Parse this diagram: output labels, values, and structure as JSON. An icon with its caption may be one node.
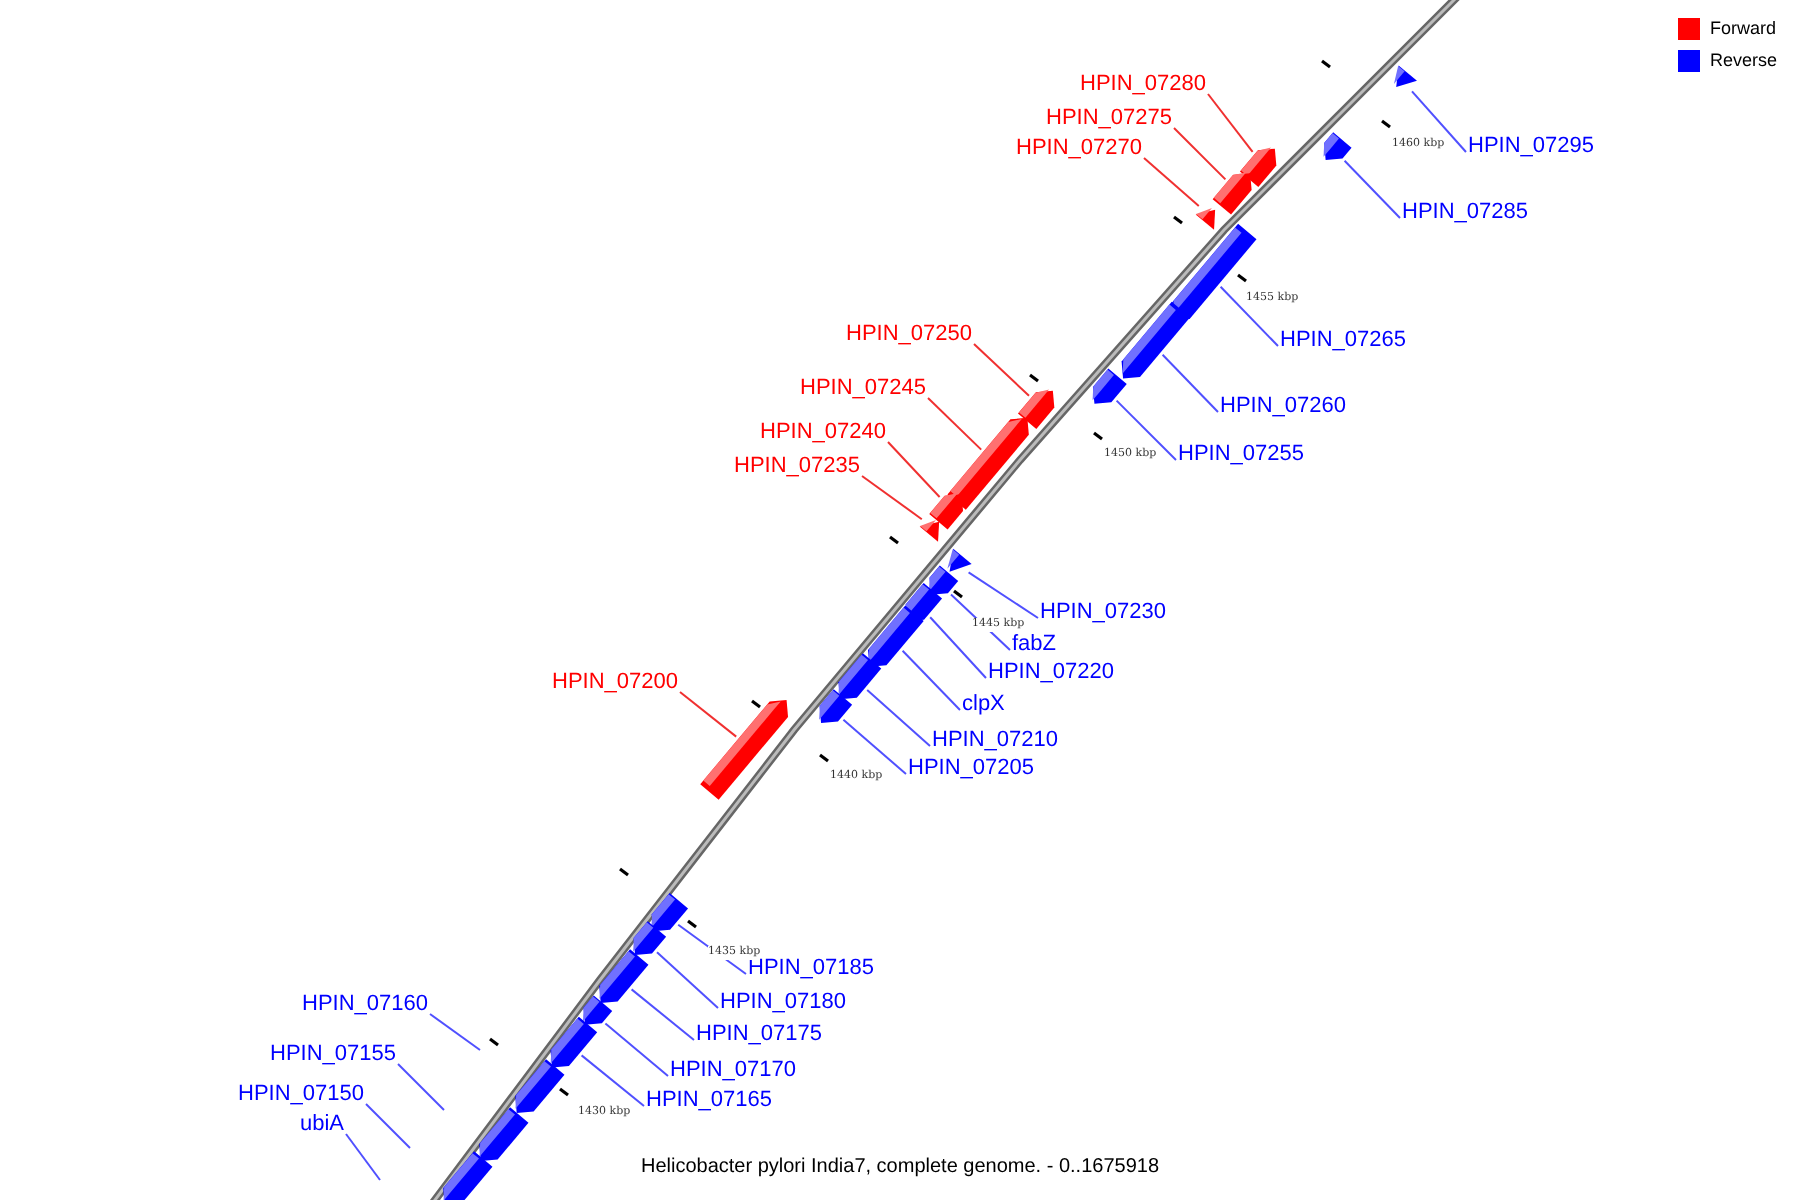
{
  "diagram": {
    "caption": "Helicobacter pylori India7, complete genome. - 0..1675918",
    "nodes": [
      {
        "text": [
          "HPIN_07280"
        ]
      },
      {
        "text": [
          "HPIN_07275"
        ]
      },
      {
        "text": [
          "HPIN_07295"
        ]
      },
      {
        "text": [
          "HPIN_07270"
        ]
      },
      {
        "text": [
          "HPIN_07285"
        ]
      },
      {
        "text": [
          "HPIN_07250"
        ]
      },
      {
        "text": [
          "HPIN_07265"
        ]
      },
      {
        "text": [
          "HPIN_07245"
        ]
      },
      {
        "text": [
          "HPIN_07260"
        ]
      },
      {
        "text": [
          "HPIN_07240"
        ]
      },
      {
        "text": [
          "HPIN_07255"
        ]
      },
      {
        "text": [
          "HPIN_07235"
        ]
      },
      {
        "text": [
          "HPIN_07230"
        ]
      },
      {
        "text": [
          "fabZ"
        ]
      },
      {
        "text": [
          "HPIN_07220"
        ]
      },
      {
        "text": [
          "HPIN_07200"
        ]
      },
      {
        "text": [
          "clpX"
        ]
      },
      {
        "text": [
          "HPIN_07210"
        ]
      },
      {
        "text": [
          "HPIN_07205"
        ]
      },
      {
        "text": [
          "HPIN_07185"
        ]
      },
      {
        "text": [
          "HPIN_07180"
        ]
      },
      {
        "text": [
          "HPIN_07160"
        ]
      },
      {
        "text": [
          "HPIN_07175"
        ]
      },
      {
        "text": [
          "HPIN_07155"
        ]
      },
      {
        "text": [
          "HPIN_07170"
        ]
      },
      {
        "text": [
          "HPIN_07150"
        ]
      },
      {
        "text": [
          "HPIN_07165"
        ]
      },
      {
        "text": [
          "ubiA"
        ]
      },
      {
        "text": [],
        "shape": "box"
      },
      {
        "text": [],
        "shape": "box"
      },
      {
        "text": [],
        "shape": "box"
      },
      {
        "text": [],
        "shape": "box"
      },
      {
        "text": [],
        "shape": "box"
      },
      {
        "text": [],
        "shape": "box"
      },
      {
        "text": [],
        "shape": "box"
      },
      {
        "text": [],
        "shape": "box"
      },
      {
        "text": [],
        "shape": "box"
      },
      {
        "text": [],
        "shape": "box"
      },
      {
        "text": [],
        "shape": "box"
      },
      {
        "text": [],
        "shape": "box"
      },
      {
        "text": [],
        "shape": "box"
      },
      {
        "text": [],
        "shape": "box"
      },
      {
        "text": [],
        "shape": "box"
      },
      {
        "text": [],
        "shape": "box"
      },
      {
        "text": [],
        "shape": "box"
      },
      {
        "text": [],
        "shape": "box"
      },
      {
        "text": [],
        "shape": "box"
      },
      {
        "text": [],
        "shape": "box"
      },
      {
        "text": [],
        "shape": "box"
      },
      {
        "text": [],
        "shape": "box"
      },
      {
        "text": [],
        "shape": "box"
      },
      {
        "text": [],
        "shape": "box"
      },
      {
        "text": [],
        "shape": "box"
      },
      {
        "text": [],
        "shape": "box"
      },
      {
        "text": [],
        "shape": "box"
      }
    ],
    "edges": [
      {
        "from": 0,
        "to": 30,
        "arrow": "none",
        "color": "#f03030"
      },
      {
        "from": 1,
        "to": 31,
        "arrow": "none",
        "color": "#f03030"
      },
      {
        "from": 2,
        "to": 28,
        "arrow": "none"
      },
      {
        "from": 3,
        "to": 32,
        "arrow": "none",
        "color": "#f03030"
      },
      {
        "from": 4,
        "to": 29,
        "arrow": "none"
      },
      {
        "from": 5,
        "to": 36,
        "arrow": "none",
        "color": "#f03030"
      },
      {
        "from": 6,
        "to": 33,
        "arrow": "none"
      },
      {
        "from": 7,
        "to": 37,
        "arrow": "none",
        "color": "#f03030"
      },
      {
        "from": 8,
        "to": 34,
        "arrow": "none"
      },
      {
        "from": 9,
        "to": 38,
        "arrow": "none",
        "color": "#f03030"
      },
      {
        "from": 10,
        "to": 35,
        "arrow": "none"
      },
      {
        "from": 11,
        "to": 39,
        "arrow": "none",
        "color": "#f03030"
      },
      {
        "from": 12,
        "to": 40,
        "arrow": "none"
      },
      {
        "from": 13,
        "to": 41,
        "arrow": "none"
      },
      {
        "from": 14,
        "to": 42,
        "arrow": "none"
      },
      {
        "from": 15,
        "to": 46,
        "arrow": "none",
        "color": "#f03030"
      },
      {
        "from": 16,
        "to": 43,
        "arrow": "none"
      },
      {
        "from": 17,
        "to": 44,
        "arrow": "none"
      },
      {
        "from": 18,
        "to": 45,
        "arrow": "none"
      },
      {
        "from": 19,
        "to": 47,
        "arrow": "none"
      },
      {
        "from": 20,
        "to": 48,
        "arrow": "none"
      },
      {
        "from": 21,
        "to": null,
        "arrow": "none"
      },
      {
        "from": 22,
        "to": 49,
        "arrow": "none"
      },
      {
        "from": 23,
        "to": null,
        "arrow": "none"
      },
      {
        "from": 24,
        "to": 50,
        "arrow": "none"
      },
      {
        "from": 25,
        "to": null,
        "arrow": "none"
      },
      {
        "from": 26,
        "to": 51,
        "arrow": "none"
      },
      {
        "from": 27,
        "to": null,
        "arrow": "none"
      }
    ],
    "labels": [
      "1460 kbp",
      "1455 kbp",
      "1450 kbp",
      "1445 kbp",
      "1440 kbp",
      "1435 kbp",
      "1430 kbp"
    ],
    "legend": [
      {
        "text": "Forward",
        "color": "#ff0000"
      },
      {
        "text": "Reverse",
        "color": "#0000ff"
      }
    ]
  }
}
